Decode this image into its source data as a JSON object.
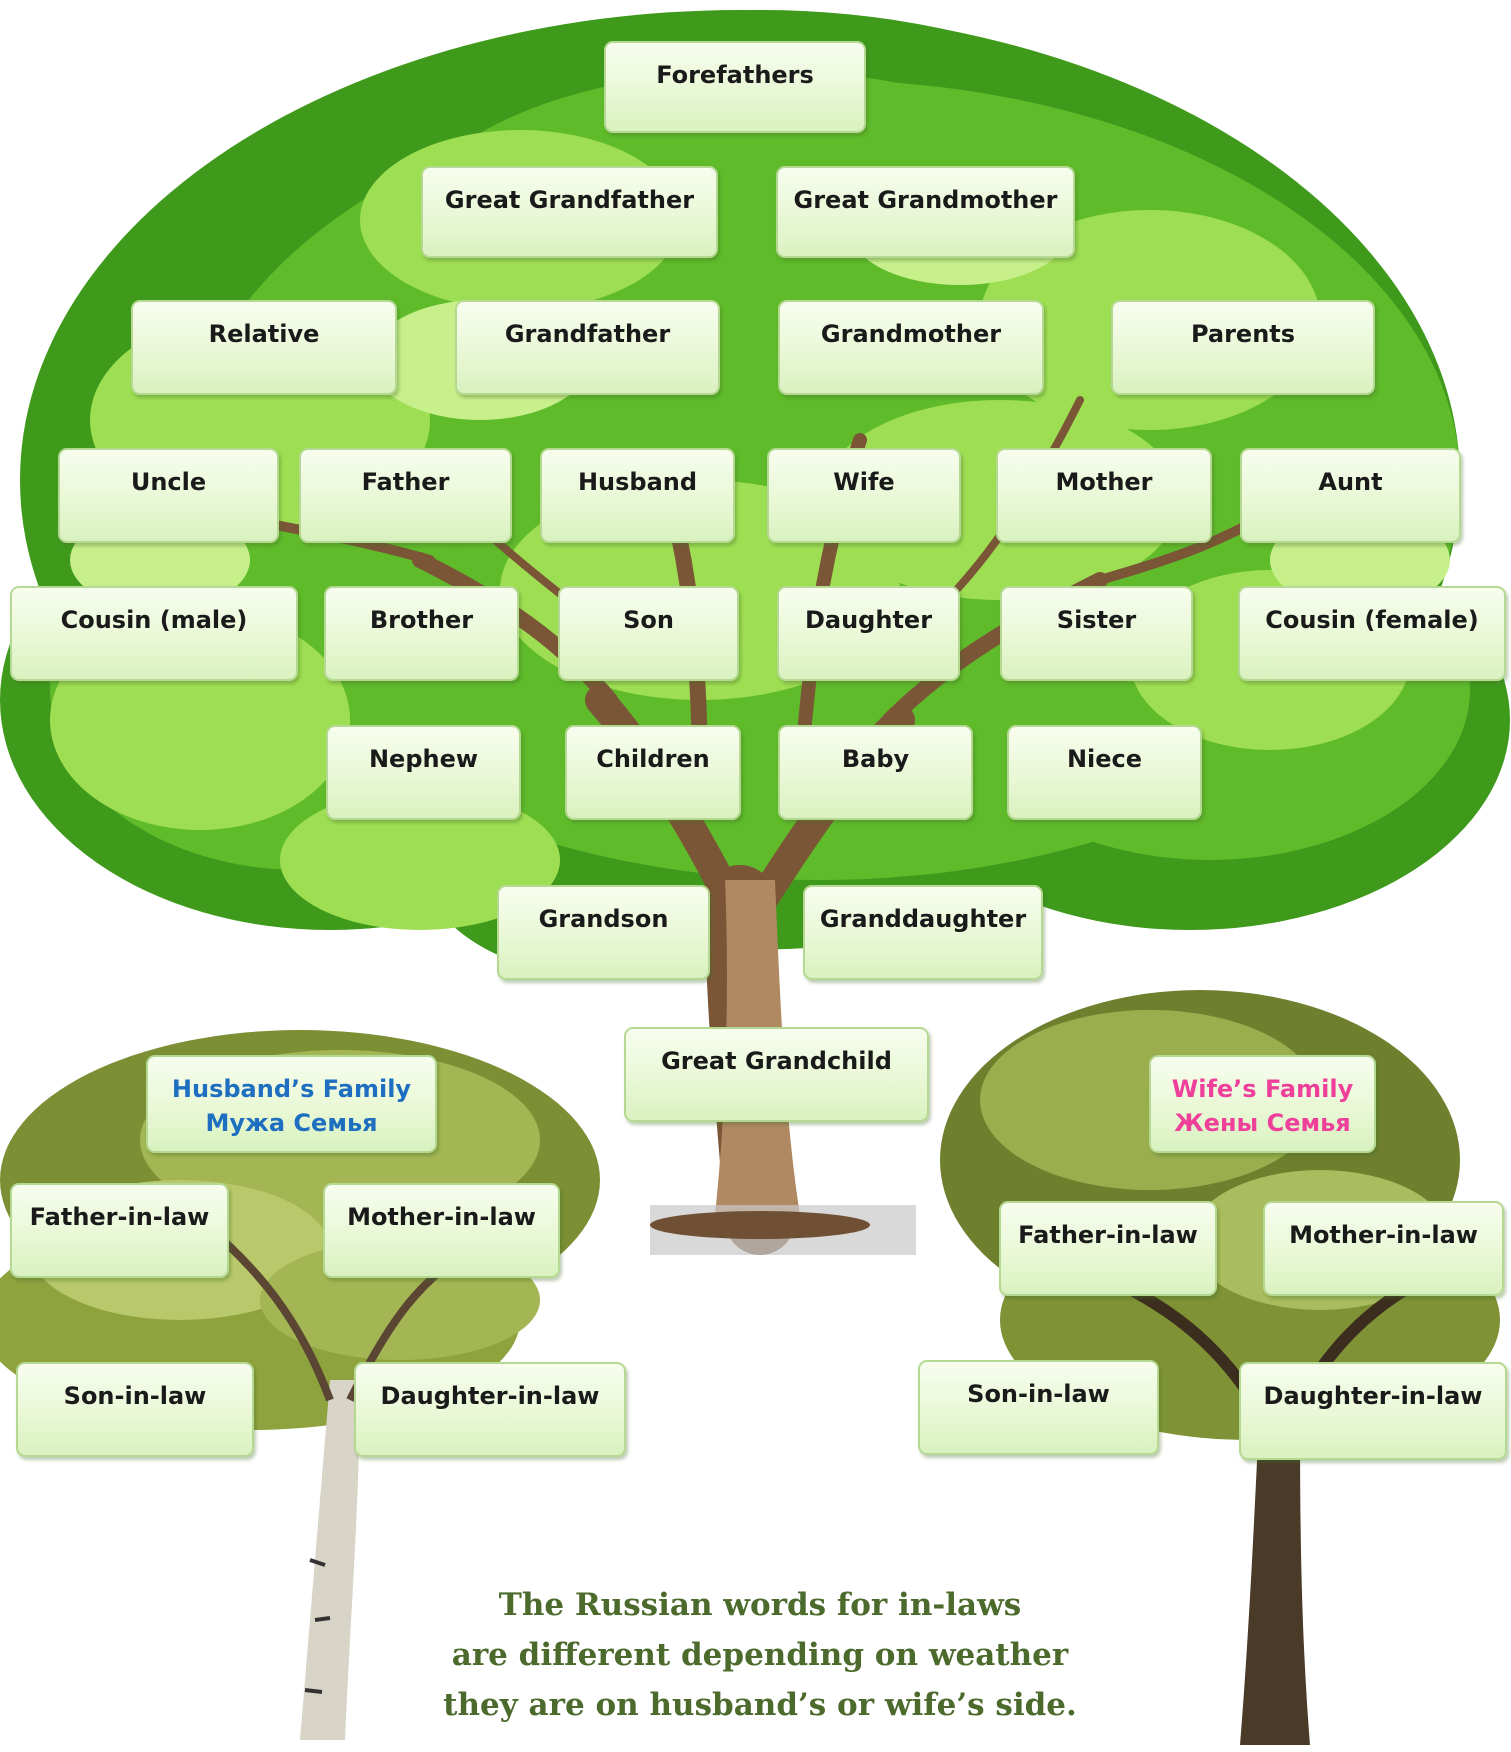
{
  "main_tree": {
    "forefathers": "Forefathers",
    "great_grandfather": "Great Grandfather",
    "great_grandmother": "Great Grandmother",
    "relative": "Relative",
    "grandfather": "Grandfather",
    "grandmother": "Grandmother",
    "parents": "Parents",
    "uncle": "Uncle",
    "father": "Father",
    "husband": "Husband",
    "wife": "Wife",
    "mother": "Mother",
    "aunt": "Aunt",
    "cousin_male": "Cousin (male)",
    "brother": "Brother",
    "son": "Son",
    "daughter": "Daughter",
    "sister": "Sister",
    "cousin_female": "Cousin (female)",
    "nephew": "Nephew",
    "children": "Children",
    "baby": "Baby",
    "niece": "Niece",
    "grandson": "Grandson",
    "granddaughter": "Granddaughter",
    "great_grandchild": "Great Grandchild"
  },
  "husband_family": {
    "title_en": "Husband’s Family",
    "title_ru": "Мужа  Семья",
    "father_in_law": "Father-in-law",
    "mother_in_law": "Mother-in-law",
    "son_in_law": "Son-in-law",
    "daughter_in_law": "Daughter-in-law"
  },
  "wife_family": {
    "title_en": "Wife’s  Family",
    "title_ru": "Жены  Семья",
    "father_in_law": "Father-in-law",
    "mother_in_law": "Mother-in-law",
    "son_in_law": "Son-in-law",
    "daughter_in_law": "Daughter-in-law"
  },
  "caption": {
    "line1": "The Russian words for in-laws",
    "line2": "are different depending on weather",
    "line3": "they are on husband’s or wife’s side."
  },
  "colors": {
    "husband_title": "#1f6fc0",
    "wife_title": "#ee3f9a",
    "caption": "#4b6a2c",
    "canopy_dark": "#3f9a1c",
    "canopy_mid": "#5fbb2a",
    "canopy_light": "#9ede53",
    "trunk": "#8a6a48",
    "olive_foliage": "#8a9a3a"
  }
}
